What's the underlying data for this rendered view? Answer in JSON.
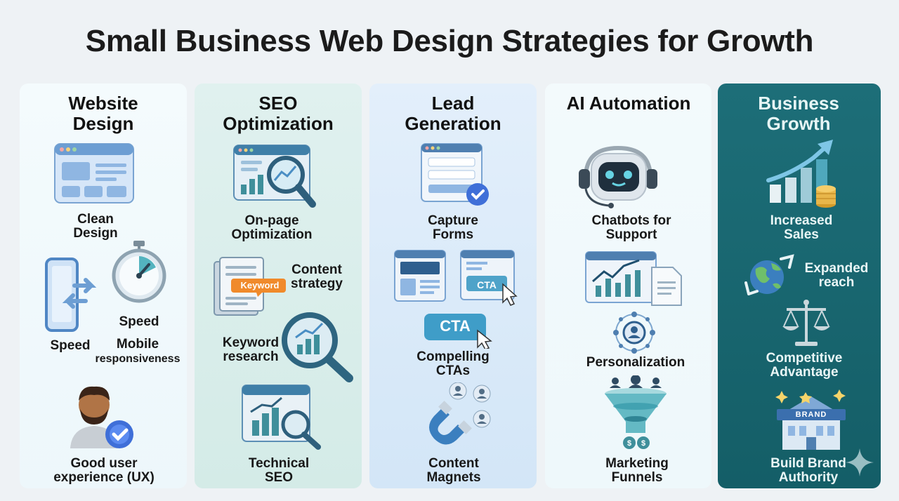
{
  "title": "Small Business Web Design Strategies for Growth",
  "columns": [
    {
      "heading": "Website Design",
      "items": {
        "clean": "Clean Design",
        "speed_left": "Speed",
        "speed_right": "Speed",
        "mobile": "Mobile",
        "responsiveness": "responsiveness",
        "ux": "Good user experience (UX)"
      }
    },
    {
      "heading": "SEO Optimization",
      "items": {
        "onpage": "On-page Optimization",
        "content": "Content strategy",
        "keyword_badge": "Keyword",
        "keyword": "Keyword research",
        "technical": "Technical SEO"
      }
    },
    {
      "heading": "Lead Generation",
      "items": {
        "forms": "Capture Forms",
        "cta_small": "CTA",
        "cta_big": "CTA",
        "ctas": "Compelling CTAs",
        "magnets": "Content Magnets"
      }
    },
    {
      "heading": "AI Automation",
      "items": {
        "chatbots": "Chatbots for Support",
        "personalization": "Personalization",
        "funnels": "Marketing Funnels"
      }
    },
    {
      "heading": "Business Growth",
      "items": {
        "sales": "Increased Sales",
        "reach": "Expanded reach",
        "advantage": "Competitive Advantage",
        "brand_sign": "BRAND",
        "brand": "Build Brand Authority"
      }
    }
  ],
  "colors": {
    "website": "#f4fbfd",
    "seo": "#dcefec",
    "lead": "#dcebfa",
    "ai": "#f2fafc",
    "growth": "#1b6a74",
    "icon_blue": "#5d93c9",
    "icon_teal": "#3f8f9b"
  },
  "icons": [
    "browser-layout-icon",
    "phone-arrows-icon",
    "stopwatch-icon",
    "user-check-icon",
    "browser-magnifier-icon",
    "keyword-document-icon",
    "magnifier-chart-icon",
    "browser-chart-icon",
    "form-check-icon",
    "browser-cta-icon",
    "cta-button-icon",
    "magnet-people-icon",
    "robot-headset-icon",
    "dashboard-doc-icon",
    "user-network-icon",
    "funnel-people-icon",
    "growth-chart-coins-icon",
    "globe-arrows-icon",
    "scale-icon",
    "brand-building-icon"
  ]
}
